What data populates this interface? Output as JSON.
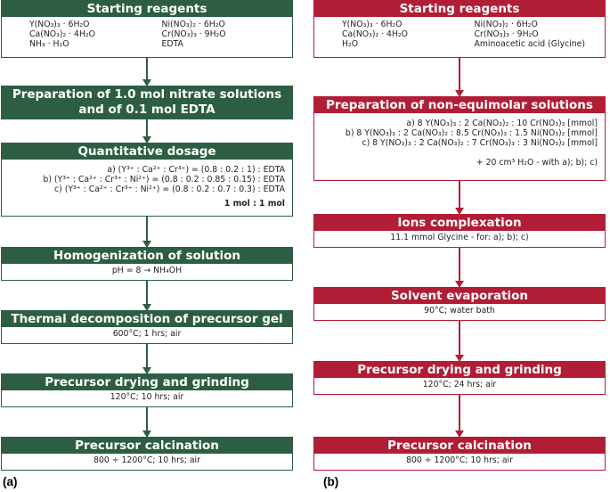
{
  "colors": {
    "panel_a": "#2d5e43",
    "panel_b": "#b21d36",
    "text": "#222222"
  },
  "panel_a": {
    "label": "(a)",
    "starting": {
      "title": "Starting reagents",
      "reagents": [
        "Y(NO₃)₃ · 6H₂O",
        "Ni(NO₃)₂ · 6H₂O",
        "Ca(NO₃)₂ · 4H₂O",
        "Cr(NO₃)₃ · 9H₂O",
        "NH₃ · H₂O",
        "EDTA"
      ]
    },
    "preparation": {
      "title_line1": "Preparation of 1.0 mol nitrate solutions",
      "title_line2": "and of 0.1 mol EDTA"
    },
    "dosage": {
      "title": "Quantitative dosage",
      "lines": [
        "a) (Y³⁺ : Ca²⁺ : Cr³⁺) = (0.8 : 0.2 : 1)  :  EDTA",
        "b) (Y³⁺ : Ca²⁺ : Cr³⁺ : Ni²⁺) = (0.8 : 0.2 : 0.85 : 0.15)  :  EDTA",
        "c) (Y³⁺ : Ca²⁺ : Cr³⁺ : Ni²⁺) = (0.8 : 0.2 : 0.7 : 0.3)  :  EDTA"
      ],
      "ratio": "1 mol  : 1 mol"
    },
    "homogenization": {
      "title": "Homogenization of solution",
      "detail": "pH = 8 → NH₄OH"
    },
    "thermal": {
      "title": "Thermal decomposition of precursor gel",
      "detail": "600°C; 1 hrs; air"
    },
    "drying": {
      "title": "Precursor drying and grinding",
      "detail": "120°C; 10 hrs; air"
    },
    "calcination": {
      "title": "Precursor calcination",
      "detail": "800 ÷ 1200°C; 10 hrs; air"
    }
  },
  "panel_b": {
    "label": "(b)",
    "starting": {
      "title": "Starting reagents",
      "reagents": [
        "Y(NO₃)₃ · 6H₂O",
        "Ni(NO₃)₂ · 6H₂O",
        "Ca(NO₃)₂ · 4H₂O",
        "Cr(NO₃)₃ · 9H₂O",
        "H₂O",
        "Aminoacetic acid (Glycine)"
      ]
    },
    "preparation": {
      "title": "Preparation of non-equimolar solutions",
      "lines": [
        "a) 8 Y(NO₃)₃ : 2 Ca(NO₃)₂ : 10 Cr(NO₃)₃ [mmol]",
        "b) 8 Y(NO₃)₃ : 2 Ca(NO₃)₂ : 8.5 Cr(NO₃)₃ : 1.5 Ni(NO₃)₂ [mmol]",
        "c) 8 Y(NO₃)₃ : 2 Ca(NO₃)₂ : 7 Cr(NO₃)₃ : 3 Ni(NO₃)₂ [mmol]"
      ],
      "note": "+ 20 cm³ H₂O - with a); b); c)"
    },
    "complexation": {
      "title": "Ions complexation",
      "detail": "11.1 mmol Glycine - for: a); b); c)"
    },
    "evaporation": {
      "title": "Solvent evaporation",
      "detail": "90°C; water bath"
    },
    "drying": {
      "title": "Precursor drying and grinding",
      "detail": "120°C; 24 hrs; air"
    },
    "calcination": {
      "title": "Precursor calcination",
      "detail": "800 ÷ 1200°C; 10 hrs; air"
    }
  }
}
